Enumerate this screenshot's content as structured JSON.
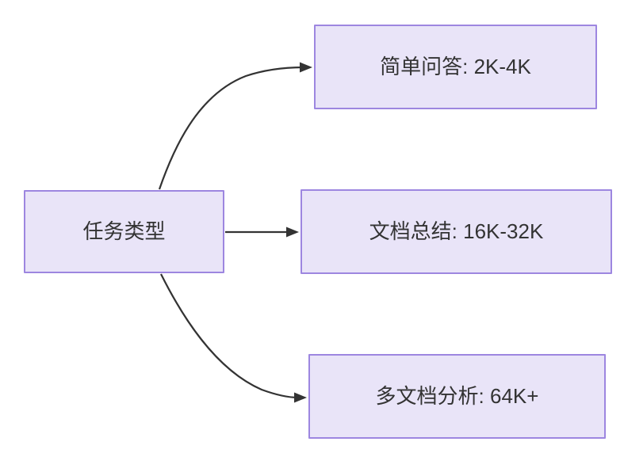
{
  "diagram": {
    "type": "flowchart",
    "orientation": "left-to-right",
    "background_color": "#ffffff",
    "node_fill_color": "#e9e4f8",
    "node_border_color": "#9d86e0",
    "edge_color": "#333333",
    "text_color": "#333333",
    "root": {
      "id": "root",
      "label": "任务类型"
    },
    "branches": [
      {
        "id": "simple-qa",
        "label": "简单问答: 2K-4K",
        "task": "简单问答",
        "context_length": "2K-4K",
        "edge_style": "curved"
      },
      {
        "id": "doc-summary",
        "label": "文档总结: 16K-32K",
        "task": "文档总结",
        "context_length": "16K-32K",
        "edge_style": "straight"
      },
      {
        "id": "multidoc-analysis",
        "label": "多文档分析: 64K+",
        "task": "多文档分析",
        "context_length": "64K+",
        "edge_style": "curved"
      }
    ]
  }
}
